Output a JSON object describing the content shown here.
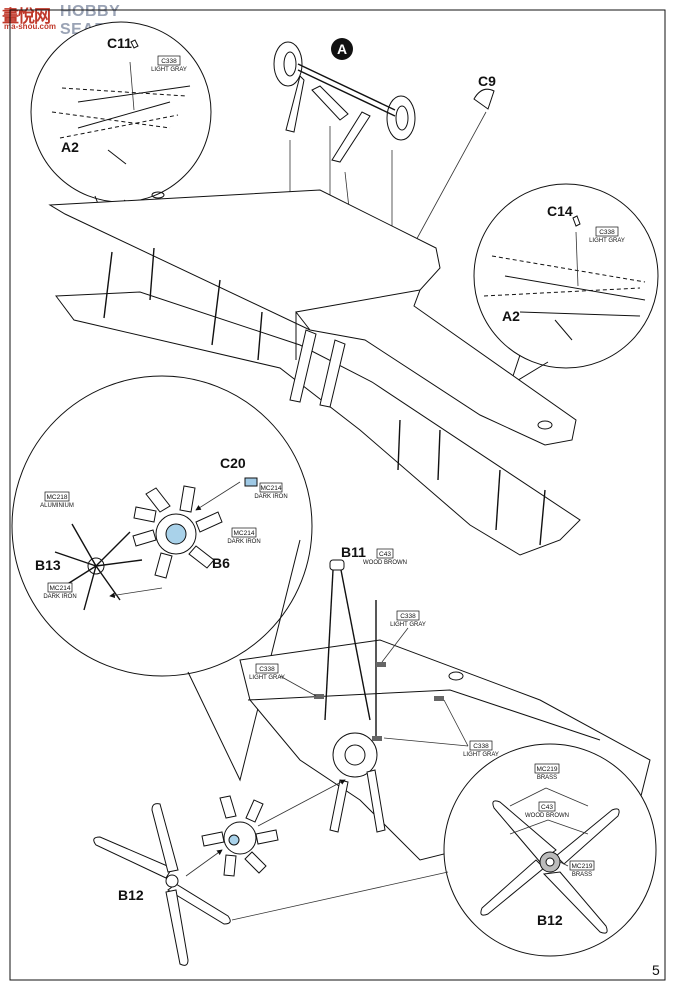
{
  "watermark": {
    "logo": "畫悅网",
    "brand": "HOBBY SEARCH",
    "url": "ma-shou.com"
  },
  "page_number": "5",
  "step_marker": "A",
  "parts": {
    "c11": "C11",
    "c9": "C9",
    "c14": "C14",
    "c20": "C20",
    "a2_left": "A2",
    "a2_right": "A2",
    "b13": "B13",
    "b6": "B6",
    "b11": "B11",
    "b12_main": "B12",
    "b12_detail": "B12"
  },
  "color_callouts": {
    "c11": {
      "code": "C338",
      "name": "LIGHT GRAY"
    },
    "c14": {
      "code": "C338",
      "name": "LIGHT GRAY"
    },
    "c20": {
      "code": "MC214",
      "name": "DARK IRON"
    },
    "b13_top": {
      "code": "MC218",
      "name": "ALUMINIUM"
    },
    "b13_bottom": {
      "code": "MC214",
      "name": "DARK IRON"
    },
    "b6": {
      "code": "MC214",
      "name": "DARK IRON"
    },
    "b11": {
      "code": "C43",
      "name": "WOOD BROWN"
    },
    "strut_top": {
      "code": "C338",
      "name": "LIGHT GRAY"
    },
    "strut_left": {
      "code": "C338",
      "name": "LIGHT GRAY"
    },
    "strut_right": {
      "code": "C338",
      "name": "LIGHT GRAY"
    },
    "prop_brass": {
      "code": "MC219",
      "name": "BRASS"
    },
    "prop_wood": {
      "code": "C43",
      "name": "WOOD BROWN"
    },
    "prop_hub": {
      "code": "MC219",
      "name": "BRASS"
    }
  }
}
